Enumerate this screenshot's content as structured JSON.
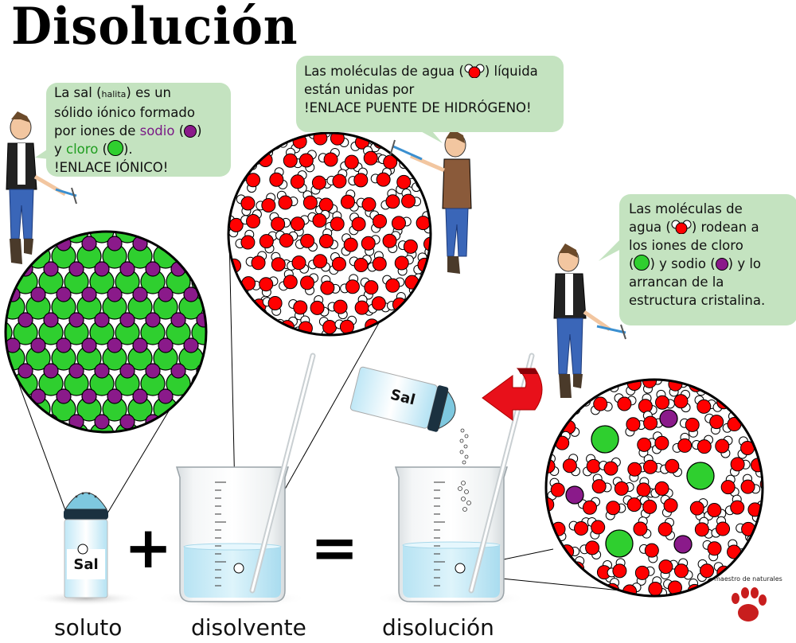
{
  "title": "Disolución",
  "bubbles": {
    "salt": {
      "line1_a": "La sal (",
      "line1_small": "halita",
      "line1_b": ") es un",
      "line2": "sólido iónico formado",
      "line3_a": "por iones de ",
      "line3_sodio": "sodio",
      "line3_b": " (",
      "line3_c": ")",
      "line4_a": "y ",
      "line4_cloro": "cloro",
      "line4_b": " (",
      "line4_c": ").",
      "line5": "!ENLACE IÓNICO!"
    },
    "water": {
      "line1_a": "Las moléculas de agua (",
      "line1_b": ") líquida",
      "line2": "están unidas por",
      "line3": "!ENLACE PUENTE DE HIDRÓGENO!"
    },
    "solution": {
      "line1": "Las moléculas de",
      "line2_a": "agua (",
      "line2_b": ") rodean a",
      "line3": "los iones de cloro",
      "line4_a": "(",
      "line4_b": ") y sodio (",
      "line4_c": ") y lo",
      "line5": "arrancan de la",
      "line6": "estructura cristalina."
    }
  },
  "labels": {
    "salt_shaker": "Sal",
    "tilted_shaker": "Sal"
  },
  "captions": {
    "soluto": "soluto",
    "disolvente": "disolvente",
    "disolucion": "disolución"
  },
  "symbols": {
    "plus": "+",
    "equals": "="
  },
  "logo": {
    "text": "maestro de naturales"
  },
  "colors": {
    "bubble": "#c4e3c0",
    "sodium": "#8a1a8a",
    "chlorine": "#2fcf2f",
    "oxygen": "#ff0000",
    "hydrogen": "#ffffff",
    "water_liquid": "#c6ecf7",
    "shaker_cap": "#7ec8df",
    "arrow": "#e8101a",
    "logo": "#c81e1e"
  }
}
